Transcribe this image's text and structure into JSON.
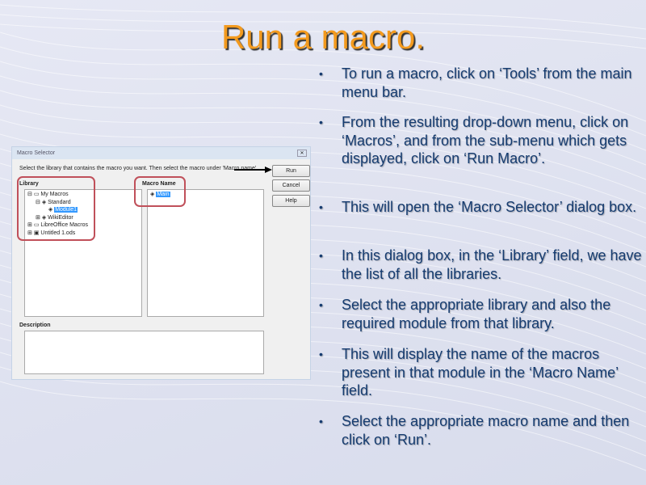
{
  "slide": {
    "title": "Run a macro.",
    "bullet_glyph": "•",
    "bullets": [
      "To run a macro, click on ‘Tools’ from the main menu bar.",
      "From the resulting drop-down menu, click on ‘Macros’, and from the sub-menu which gets displayed, click on ‘Run Macro’.",
      "This will open the ‘Macro Selector’ dialog box.",
      "In this dialog box, in the ‘Library’ field, we have the list of all the libraries.",
      "Select the appropriate library and also the required module from that library.",
      "This will display the name of the macros present in that module in the ‘Macro Name’ field.",
      "Select the appropriate macro name and then click on ‘Run’."
    ]
  },
  "dialog": {
    "title": "Macro Selector",
    "close": "✕",
    "instruction": "Select the library that contains the macro you want. Then select the macro under 'Macro name'.",
    "buttons": {
      "run": "Run",
      "cancel": "Cancel",
      "help": "Help"
    },
    "library_label": "Library",
    "library_tree": [
      {
        "label": "My Macros",
        "expander": "⊟"
      },
      {
        "label": "Standard",
        "expander": "⊟"
      },
      {
        "label": "Module1",
        "selected": true
      },
      {
        "label": "WikiEditor",
        "expander": "⊞"
      },
      {
        "label": "LibreOffice Macros",
        "expander": "⊞"
      },
      {
        "label": "Untitled 1.ods",
        "expander": "⊞"
      }
    ],
    "macro_name_label": "Macro Name",
    "macros": [
      "Main"
    ],
    "description_label": "Description"
  },
  "colors": {
    "title": "#f39a1e",
    "text": "#163c70",
    "highlight": "#c0505a"
  }
}
